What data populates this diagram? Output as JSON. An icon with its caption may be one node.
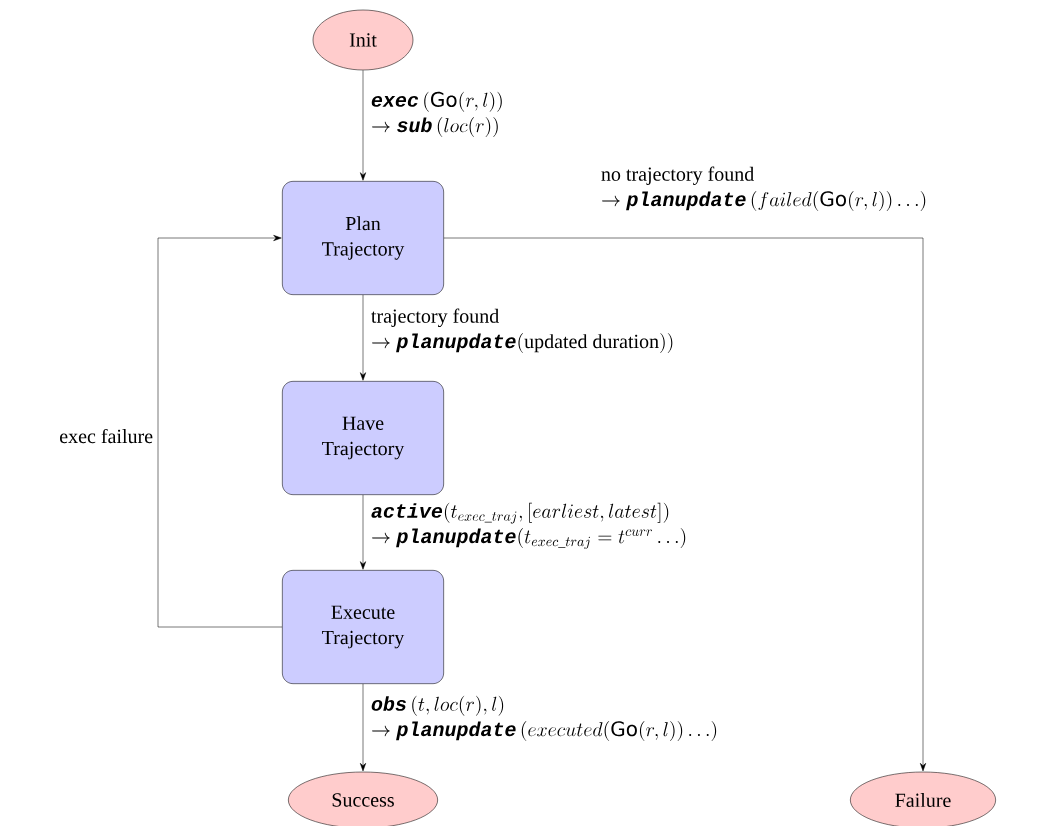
{
  "diagram": {
    "nodes": [
      {
        "text": [
          "Init"
        ]
      },
      {
        "text": [
          "Plan Trajectory"
        ]
      },
      {
        "text": [
          "Have Trajectory"
        ]
      },
      {
        "text": [
          "Execute Trajectory"
        ]
      },
      {
        "text": [
          "Success"
        ]
      },
      {
        "text": [
          "Failure"
        ]
      }
    ],
    "edges": [
      {
        "from": 0,
        "to": 1,
        "arrow": "to",
        "label": "\\begin{array}{@{}l@{}}\\texttt{\\textbf{\\textit{exec}}}\\,(\\textsf{Go}(r,l))\\\\ \\rightarrow \\texttt{\\textbf{\\textit{sub}}}\\,(loc(r))\\end{array}"
      },
      {
        "from": 1,
        "to": 2,
        "arrow": "to",
        "label": "\\begin{array}{@{}l@{}}\\text{trajectory found}\\\\ \\rightarrow \\texttt{\\textbf{\\textit{planupdate}}}(\\text{updated duration}))\\end{array}"
      },
      {
        "from": 2,
        "to": 3,
        "arrow": "to",
        "label": "\\begin{array}{@{}l@{}}\\texttt{\\textbf{\\textit{active}}}(t_{exec\\_traj},[earliest,latest])\\\\ \\rightarrow \\texttt{\\textbf{\\textit{planupdate}}}(t_{exec\\_traj}=t^{curr}\\ldots)\\end{array}"
      },
      {
        "from": 3,
        "to": 4,
        "arrow": "to",
        "label": "\\begin{array}{@{}l@{}}\\texttt{\\textbf{\\textit{obs}}}\\,(t,loc(r),l)\\\\ \\rightarrow \\texttt{\\textbf{\\textit{planupdate}}}\\,(executed(\\textsf{Go}(r,l))\\ldots)\\end{array}"
      },
      {
        "from": 1,
        "to": 5,
        "arrow": "to",
        "label": "\\begin{array}{@{}l@{}}\\text{no trajectory found}\\\\ \\rightarrow \\texttt{\\textbf{\\textit{planupdate}}}\\,(failed(\\textsf{Go}(r,l))\\ldots)\\end{array}"
      },
      {
        "from": 3,
        "to": 1,
        "arrow": "to",
        "label": "exec failure"
      }
    ]
  }
}
